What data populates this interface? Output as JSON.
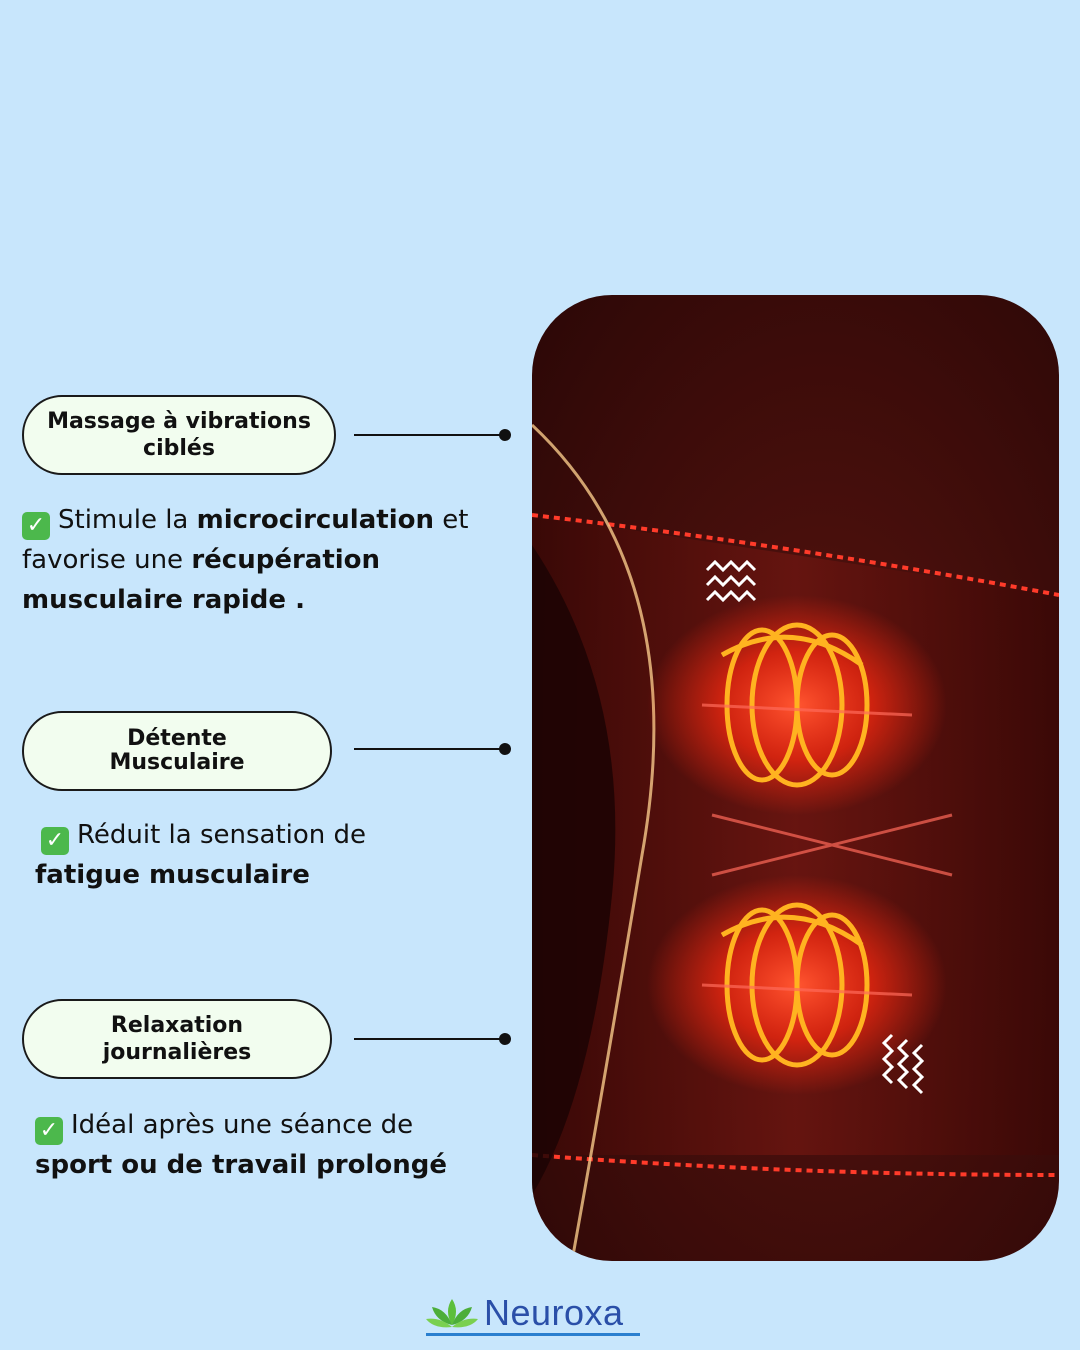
{
  "features": [
    {
      "title_lines": [
        "Massage à vibrations",
        "ciblés"
      ],
      "check": "✓",
      "description": [
        {
          "text": "Stimule la ",
          "bold": false
        },
        {
          "text": "microcirculation",
          "bold": true
        },
        {
          "text": " et favorise une ",
          "bold": false
        },
        {
          "text": "récupération musculaire rapide .",
          "bold": true
        }
      ]
    },
    {
      "title_lines": [
        "Détente",
        "Musculaire"
      ],
      "check": "✓",
      "description": [
        {
          "text": "Réduit la sensation de ",
          "bold": false
        },
        {
          "text": "fatigue musculaire",
          "bold": true
        }
      ]
    },
    {
      "title_lines": [
        "Relaxation",
        "journalières"
      ],
      "check": "✓",
      "description": [
        {
          "text": "Idéal après une séance de ",
          "bold": false
        },
        {
          "text": "sport ou de travail prolongé",
          "bold": true
        }
      ]
    }
  ],
  "brand": {
    "name": "Neuroxa",
    "logo_icon": "lotus-icon",
    "color": "#2a4fa8",
    "accent_green": "#4cb84c"
  },
  "colors": {
    "background": "#c8e6fc",
    "pill_fill": "#f2fdef",
    "glow": "#ff3b1f",
    "coil": "#ffb320"
  }
}
